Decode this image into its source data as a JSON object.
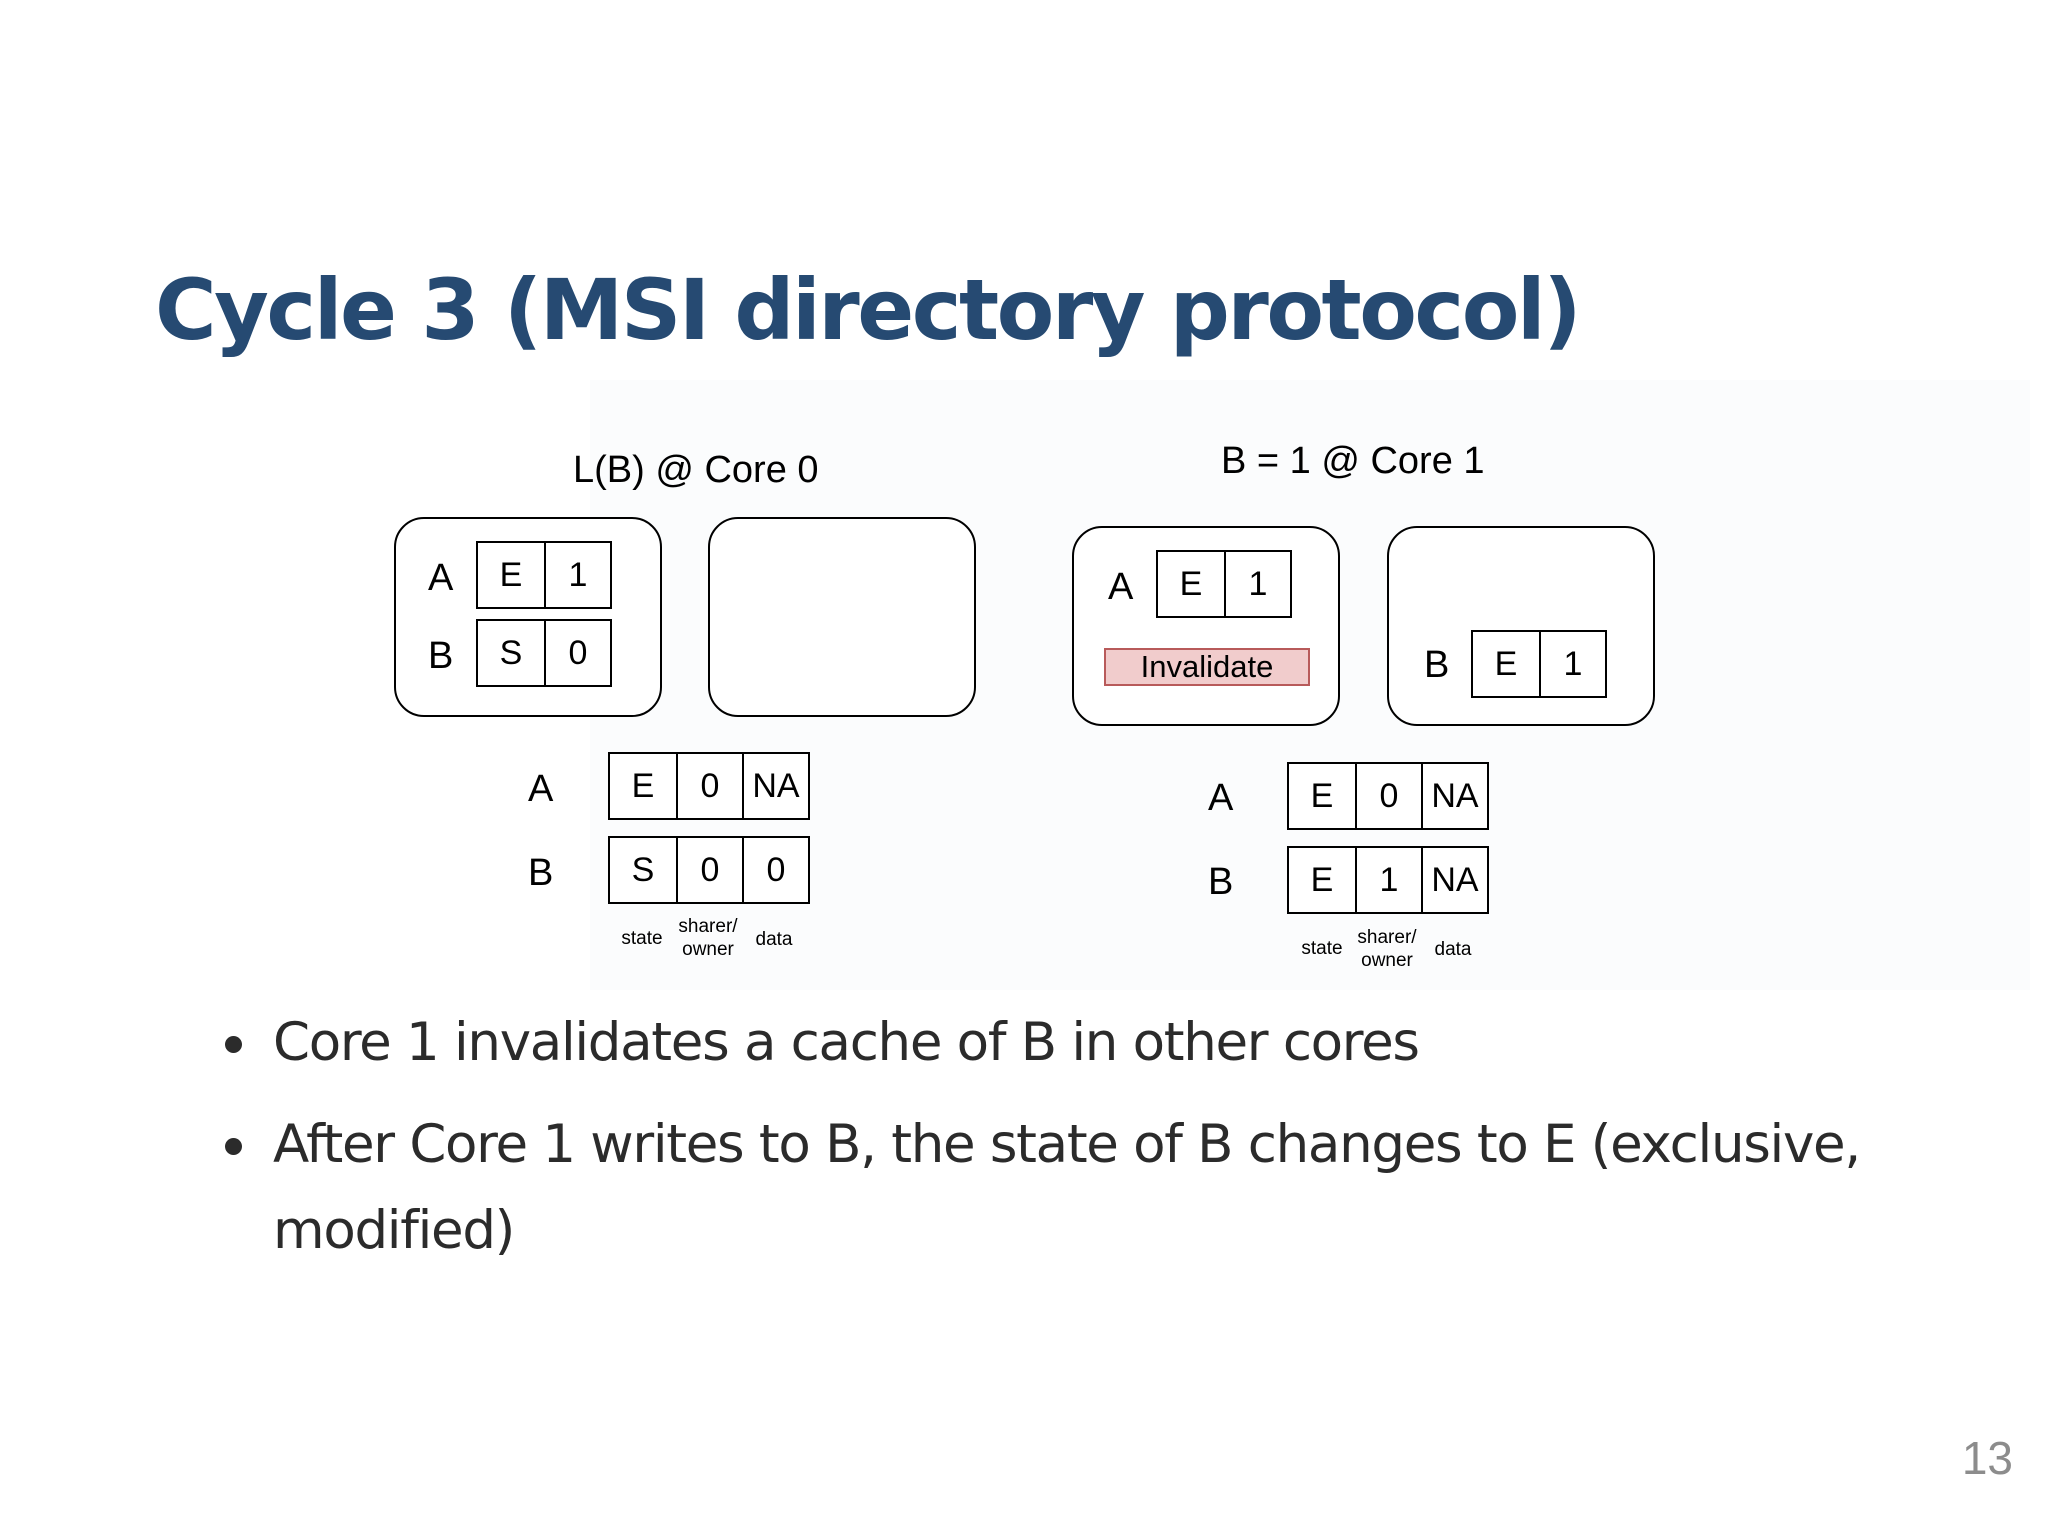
{
  "slide": {
    "title": "Cycle 3 (MSI directory protocol)",
    "page_number": "13"
  },
  "diagram": {
    "left": {
      "heading": "L(B) @ Core 0",
      "core0": [
        {
          "label": "A",
          "state": "E",
          "data": "1"
        },
        {
          "label": "B",
          "state": "S",
          "data": "0"
        }
      ],
      "directory": [
        {
          "label": "A",
          "state": "E",
          "sharer": "0",
          "data": "NA"
        },
        {
          "label": "B",
          "state": "S",
          "sharer": "0",
          "data": "0"
        }
      ]
    },
    "right": {
      "heading": "B = 1 @ Core 1",
      "core0": [
        {
          "label": "A",
          "state": "E",
          "data": "1"
        }
      ],
      "invalidate_label": "Invalidate",
      "core1": [
        {
          "label": "B",
          "state": "E",
          "data": "1"
        }
      ],
      "directory": [
        {
          "label": "A",
          "state": "E",
          "sharer": "0",
          "data": "NA"
        },
        {
          "label": "B",
          "state": "E",
          "sharer": "1",
          "data": "NA"
        }
      ]
    },
    "column_labels": {
      "state": "state",
      "sharer_line1": "sharer/",
      "sharer_line2": "owner",
      "data": "data"
    },
    "colors": {
      "title": "#264a72",
      "invalidate_fill": "#f1cccc",
      "invalidate_border": "#b85a5a"
    }
  },
  "bullets": [
    "Core 1 invalidates a cache of B in other cores",
    "After Core 1 writes to B, the state of B changes to E (exclusive, modified)"
  ]
}
